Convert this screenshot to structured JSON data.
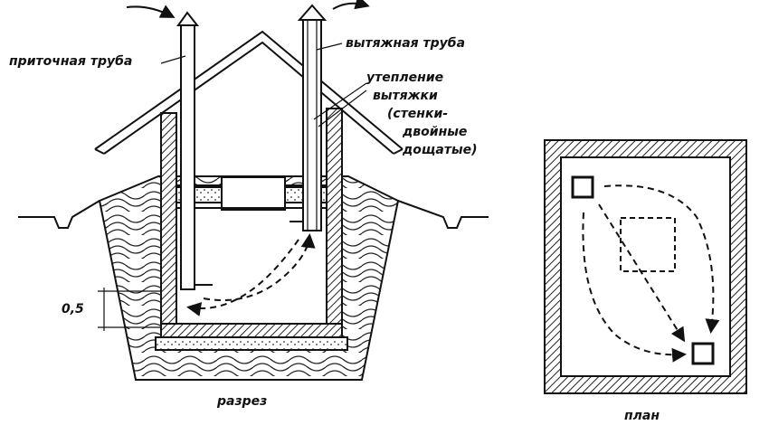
{
  "section": {
    "caption": "разрез",
    "labels": {
      "intake_pipe": "приточная труба",
      "exhaust_pipe": "вытяжная труба",
      "insulation_1": "утепление",
      "insulation_2": "вытяжки",
      "insulation_3": "(стенки-",
      "insulation_4": "двойные",
      "insulation_5": "дощатые)",
      "height_dim": "0,5"
    }
  },
  "plan": {
    "caption": "план"
  }
}
